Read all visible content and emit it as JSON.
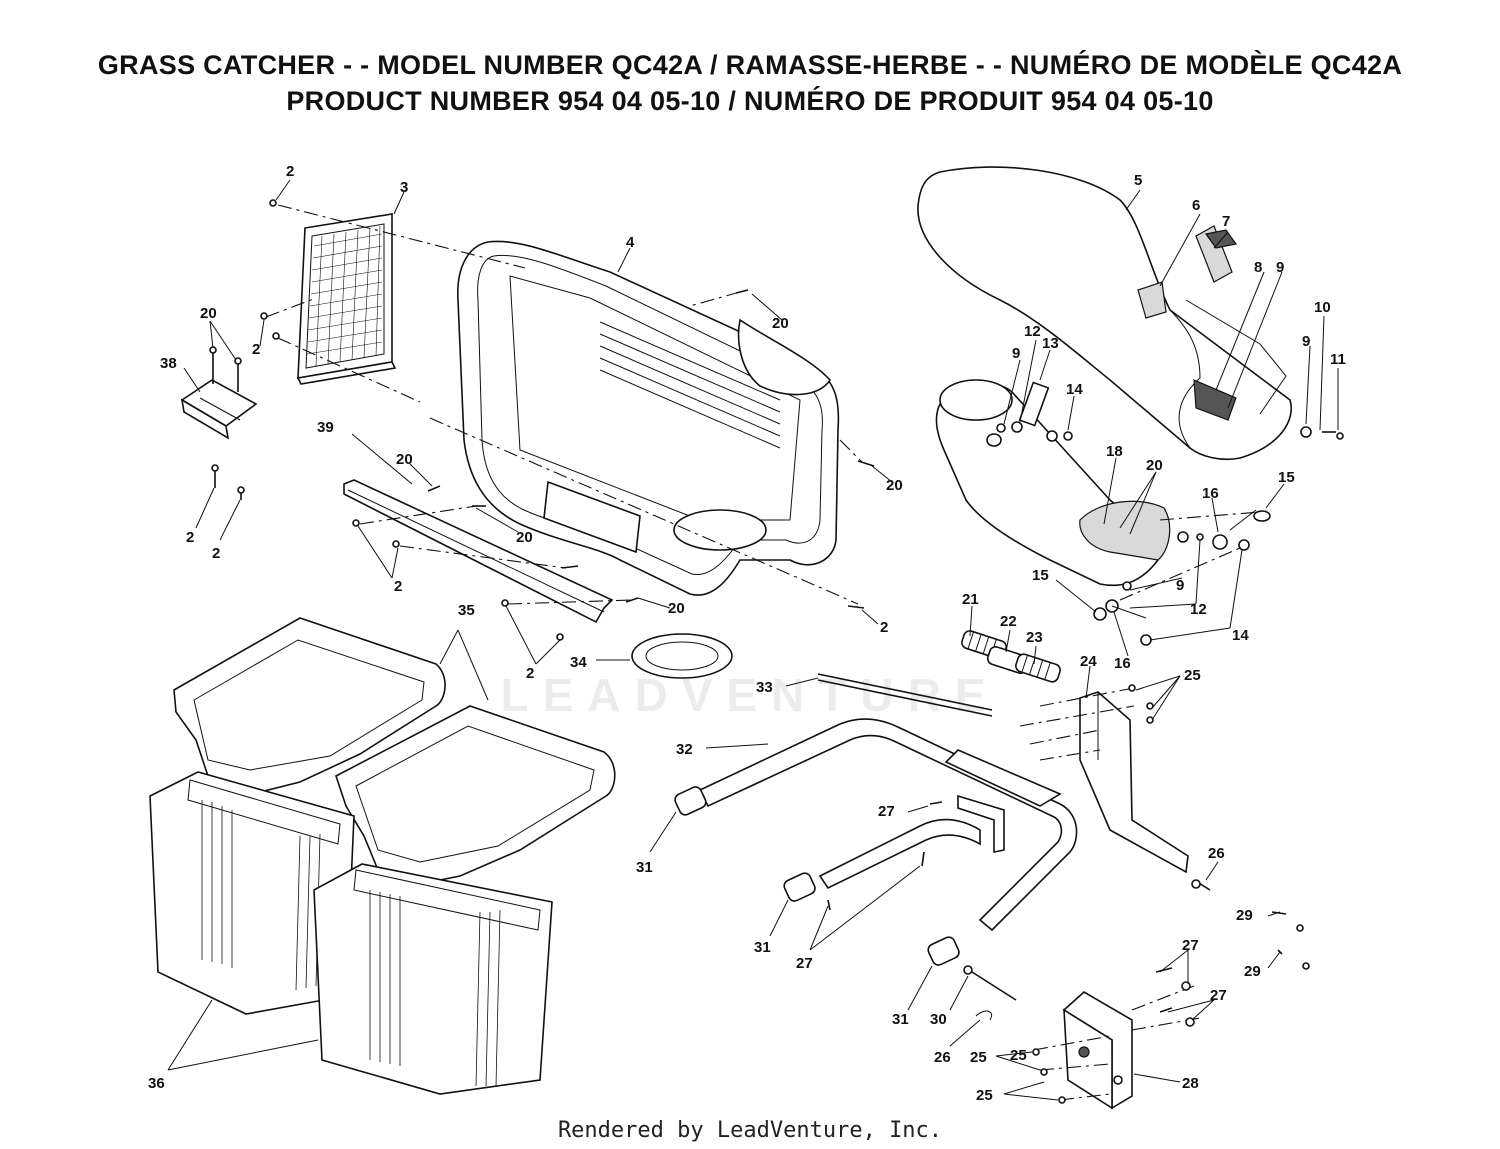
{
  "header": {
    "line1": "GRASS CATCHER - - MODEL NUMBER QC42A / RAMASSE-HERBE - - NUMÉRO DE MODÈLE QC42A",
    "line2": "PRODUCT NUMBER 954 04 05-10 / NUMÉRO DE PRODUIT 954 04 05-10"
  },
  "watermark": "LEADVENTURE",
  "footer": "Rendered by LeadVenture, Inc.",
  "callouts": [
    "2",
    "3",
    "20",
    "2",
    "38",
    "2",
    "2",
    "2",
    "4",
    "20",
    "39",
    "20",
    "20",
    "2",
    "20",
    "2",
    "35",
    "34",
    "5",
    "6",
    "7",
    "8",
    "9",
    "12",
    "13",
    "9",
    "14",
    "20",
    "10",
    "9",
    "11",
    "18",
    "20",
    "15",
    "16",
    "15",
    "9",
    "12",
    "16",
    "14",
    "21",
    "22",
    "23",
    "24",
    "25",
    "33",
    "32",
    "27",
    "31",
    "26",
    "31",
    "27",
    "29",
    "29",
    "27",
    "27",
    "31",
    "30",
    "26",
    "25",
    "25",
    "28",
    "25",
    "36"
  ]
}
